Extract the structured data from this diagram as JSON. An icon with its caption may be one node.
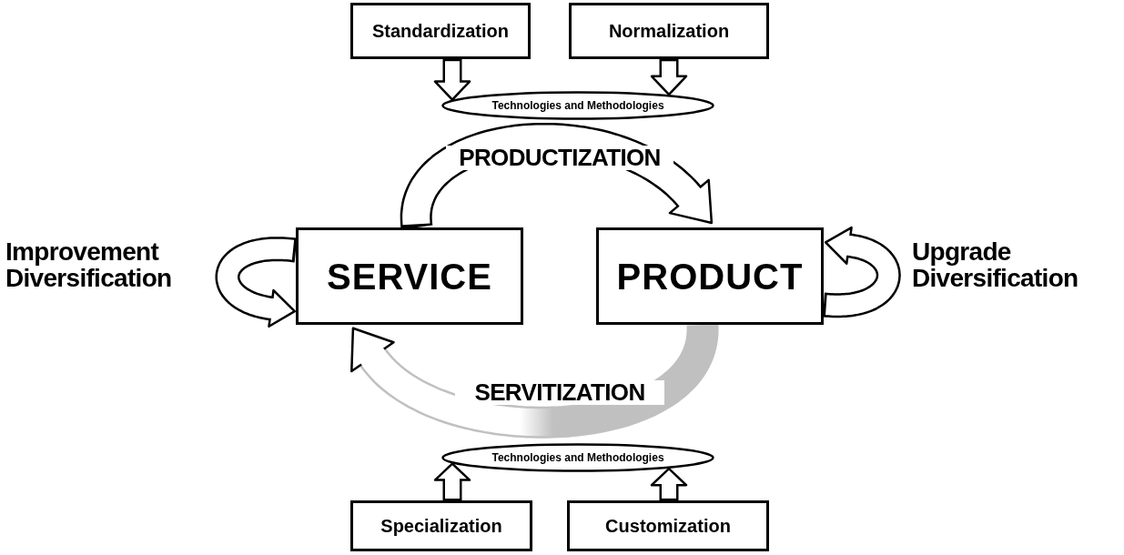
{
  "diagram": {
    "nodes": [
      {
        "text": [
          "Standardization"
        ]
      },
      {
        "text": [
          "Normalization"
        ]
      },
      {
        "text": [
          "Technologies and Methodologies"
        ]
      },
      {
        "text": [
          "SERVICE"
        ]
      },
      {
        "text": [
          "PRODUCT"
        ]
      },
      {
        "text": [
          "Technologies and Methodologies"
        ]
      },
      {
        "text": [
          "Specialization"
        ]
      },
      {
        "text": [
          "Customization"
        ]
      }
    ],
    "edges": [
      {
        "from": 0,
        "to": 2,
        "arrow": "to"
      },
      {
        "from": 1,
        "to": 2,
        "arrow": "to"
      },
      {
        "from": 3,
        "to": 4,
        "arrow": "to",
        "label": "PRODUCTIZATION"
      },
      {
        "from": 3,
        "to": 3,
        "arrow": "to",
        "label": "Improvement Diversification"
      },
      {
        "from": 4,
        "to": 4,
        "arrow": "to",
        "label": "Upgrade Diversification"
      },
      {
        "from": 4,
        "to": 3,
        "arrow": "to",
        "label": "SERVITIZATION",
        "color": "#c0c0c0"
      },
      {
        "from": 6,
        "to": 5,
        "arrow": "to"
      },
      {
        "from": 7,
        "to": 5,
        "arrow": "to"
      }
    ]
  }
}
